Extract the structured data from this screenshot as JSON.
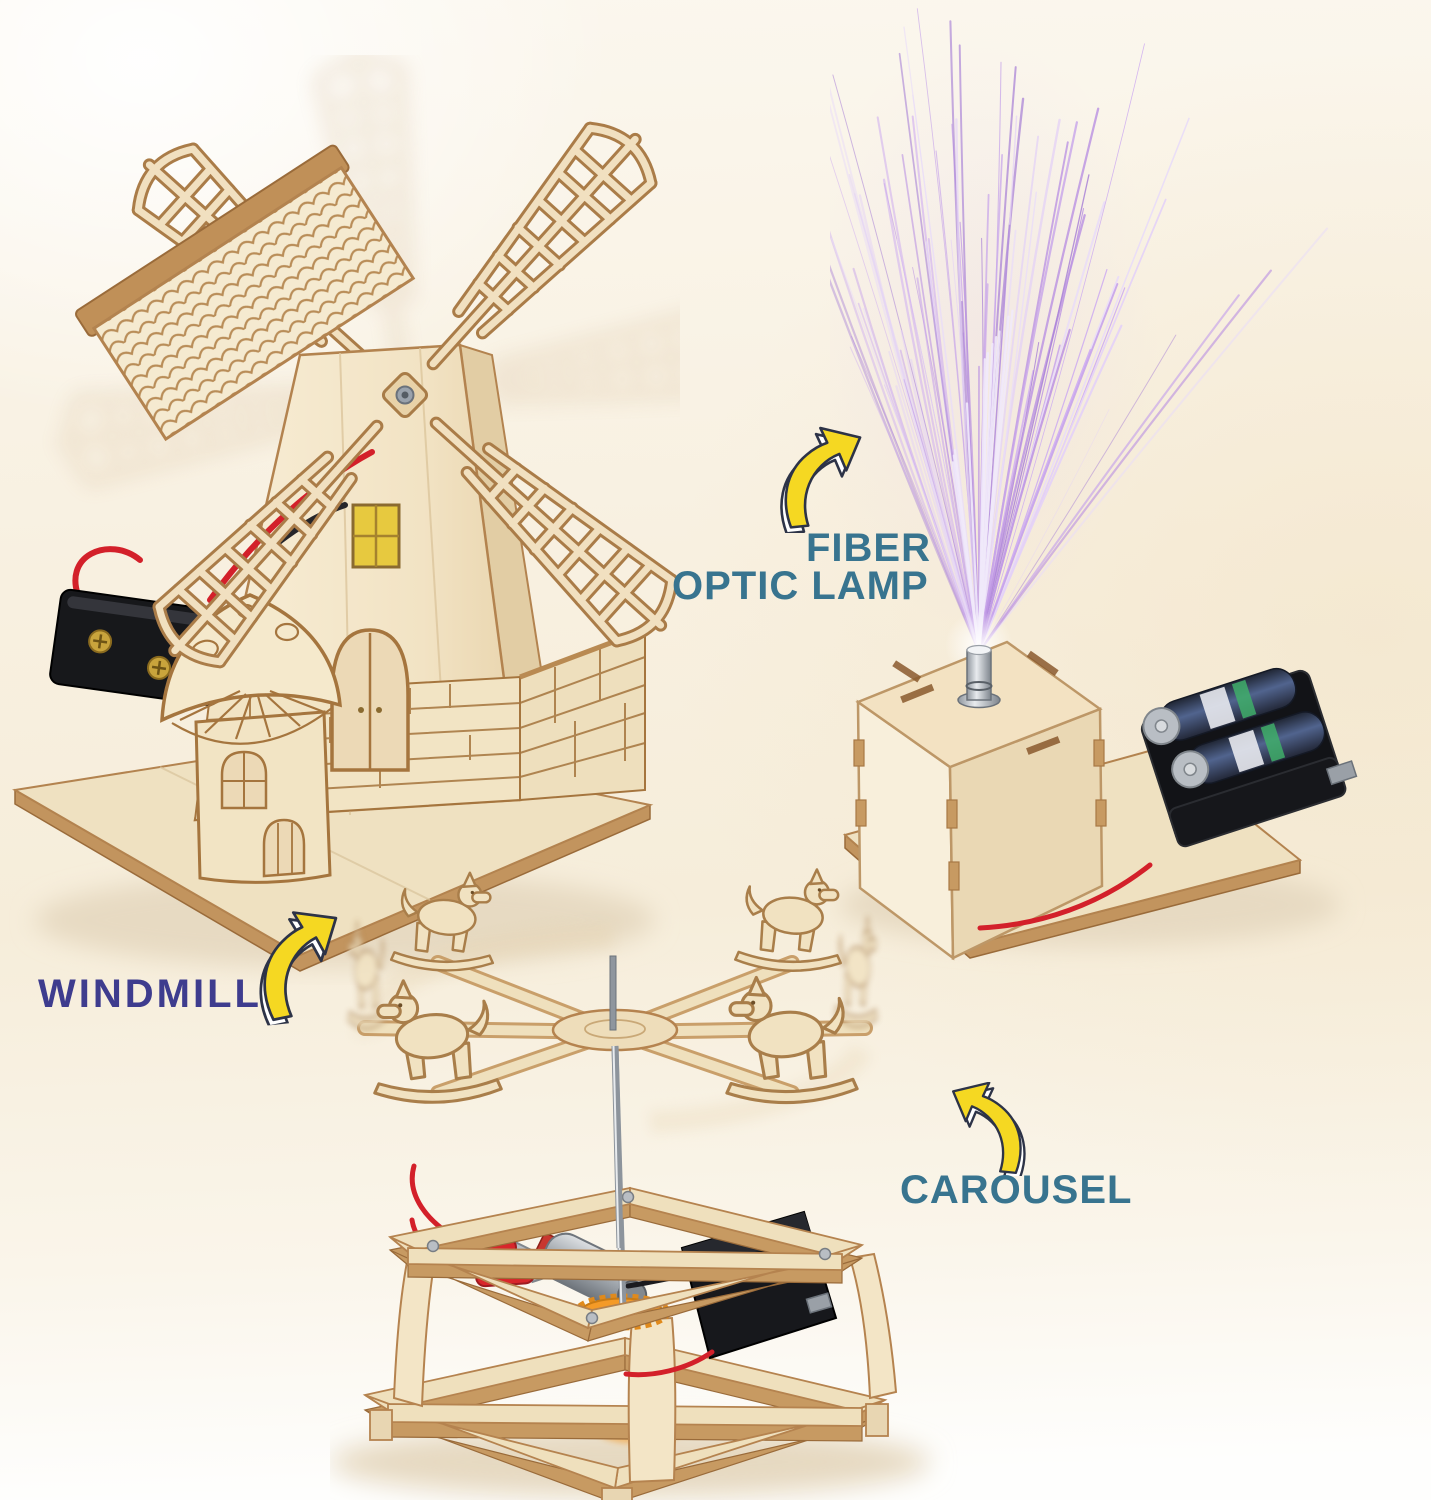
{
  "scene": {
    "description": "Product photo of three wooden DIY STEM science kits on a cream background",
    "models": [
      {
        "id": "windmill",
        "caption": "Wooden windmill model with four lattice blades, shingled roof, mushroom house and battery holder"
      },
      {
        "id": "fiber-optic-lamp",
        "caption": "Wooden cube lamp with purple fiber optic spray and AA battery pack"
      },
      {
        "id": "carousel",
        "caption": "Wooden carousel with rocking horses, motor, gear and battery box"
      }
    ]
  },
  "labels": {
    "windmill": "WINDMILL",
    "fiber_line1": "FIBER",
    "fiber_line2": "OPTIC LAMP",
    "carousel": "CAROUSEL"
  },
  "icons": {
    "windmill_arrow": "curved-yellow-arrow-up-right",
    "fiber_arrow": "curved-yellow-arrow-up-right",
    "carousel_arrow": "curved-yellow-arrow-up-left"
  },
  "colors": {
    "windmill_label": "#3e3c8e",
    "teal_label": "#38748f",
    "arrow_fill": "#f5d822",
    "arrow_outline": "#2d3347",
    "background_cream": "#f6eedd",
    "wood_face": "#f2e4c6",
    "wood_light": "#f7eed9",
    "wood_edge": "#b3834f",
    "wood_dark_edge": "#9a6b3a",
    "battery_black": "#17181b",
    "wire_red": "#d3202a",
    "motor_silver": "#c0c3c9",
    "gear_orange": "#f49a27",
    "amber_window": "#e7c93f",
    "fiber_strands": [
      "#e4d2f6",
      "#cfaef0",
      "#bb93e2",
      "#a982d6",
      "#e9dcf8",
      "#c7a4ea"
    ]
  }
}
